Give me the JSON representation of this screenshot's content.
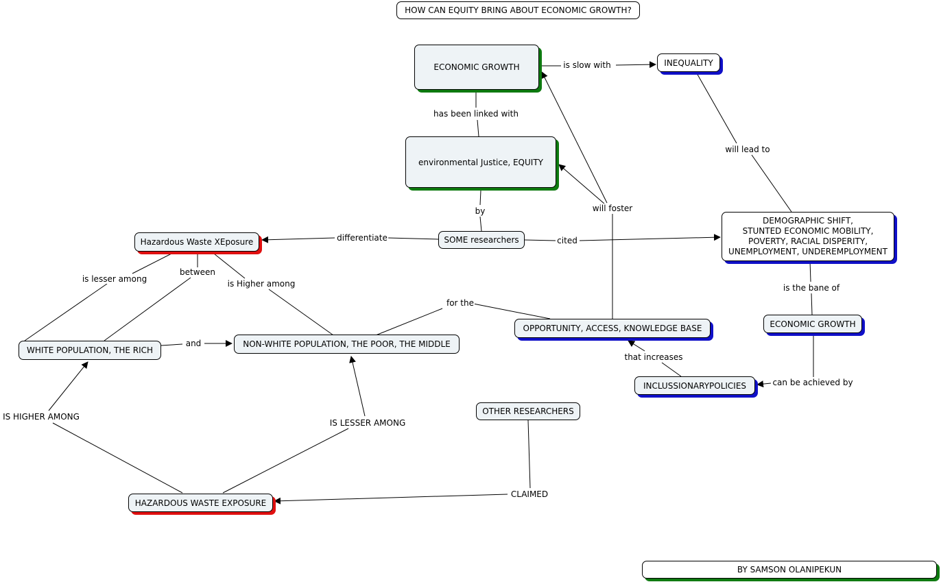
{
  "title": "HOW CAN EQUITY BRING ABOUT ECONOMIC GROWTH?",
  "author": "BY SAMSON OLANIPEKUN",
  "shadow_colors": {
    "green": "#0e7a10",
    "blue": "#1010c8",
    "red": "#e01010"
  },
  "nodes": {
    "economic_growth_top": "ECONOMIC GROWTH",
    "inequality": "INEQUALITY",
    "env_justice": "environmental Justice, EQUITY",
    "some_researchers": "SOME researchers",
    "hazardous_waste_xeposure": "Hazardous Waste XEposure",
    "demographic_shift": "DEMOGRAPHIC SHIFT,\nSTUNTED ECONOMIC MOBILITY,\nPOVERTY, RACIAL DISPERITY,\nUNEMPLOYMENT, UNDEREMPLOYMENT",
    "economic_growth_right": "ECONOMIC GROWTH",
    "opportunity": "OPPORTUNITY, ACCESS, KNOWLEDGE BASE",
    "inclusionary": "INCLUSSIONARYPOLICIES",
    "white_population": "WHITE POPULATION, THE RICH",
    "nonwhite_population": "NON-WHITE POPULATION, THE POOR, THE MIDDLE",
    "other_researchers": "OTHER RESEARCHERS",
    "hazardous_waste_exposure": "HAZARDOUS WASTE EXPOSURE"
  },
  "links": {
    "is_slow_with": "is slow with",
    "has_been_linked_with": "has been linked with",
    "will_lead_to": "will lead to",
    "will_foster": "will foster",
    "by": "by",
    "differentiate": "differentiate",
    "cited": "cited",
    "is_the_bane_of": "is the bane of",
    "is_lesser_among": "is lesser among",
    "between": "between",
    "is_higher_among": "is Higher among",
    "for_the": "for the",
    "and": "and",
    "that_increases": "that increases",
    "can_be_achieved_by": "can be achieved by",
    "is_higher_among_caps": "IS HIGHER AMONG",
    "is_lesser_among_caps": "IS LESSER AMONG",
    "claimed": "CLAIMED"
  }
}
